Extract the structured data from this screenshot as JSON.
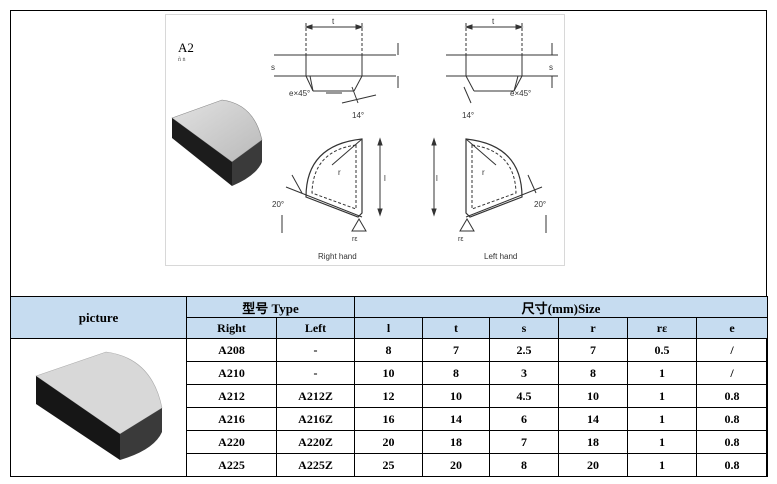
{
  "drawing": {
    "model_label": "A2",
    "model_sub": "ñ ṅ",
    "dims": {
      "t": "t",
      "s": "s",
      "l": "l",
      "r": "r",
      "re": "rε",
      "chamfer": "e×45°",
      "angle14": "14°",
      "angle20": "20°"
    },
    "right_hand": "Right hand",
    "left_hand": "Left hand"
  },
  "table": {
    "picture_header": "picture",
    "type_header": "型号 Type",
    "size_header": "尺寸(mm)Size",
    "columns": [
      "Right",
      "Left",
      "l",
      "t",
      "s",
      "r",
      "rε",
      "e"
    ],
    "rows": [
      [
        "A208",
        "-",
        "8",
        "7",
        "2.5",
        "7",
        "0.5",
        "/"
      ],
      [
        "A210",
        "-",
        "10",
        "8",
        "3",
        "8",
        "1",
        "/"
      ],
      [
        "A212",
        "A212Z",
        "12",
        "10",
        "4.5",
        "10",
        "1",
        "0.8"
      ],
      [
        "A216",
        "A216Z",
        "16",
        "14",
        "6",
        "14",
        "1",
        "0.8"
      ],
      [
        "A220",
        "A220Z",
        "20",
        "18",
        "7",
        "18",
        "1",
        "0.8"
      ],
      [
        "A225",
        "A225Z",
        "25",
        "20",
        "8",
        "20",
        "1",
        "0.8"
      ]
    ]
  },
  "colors": {
    "header_bg": "#c6dcf0",
    "insert_top": "#d6d6d6",
    "insert_side": "#1a1a1a"
  }
}
